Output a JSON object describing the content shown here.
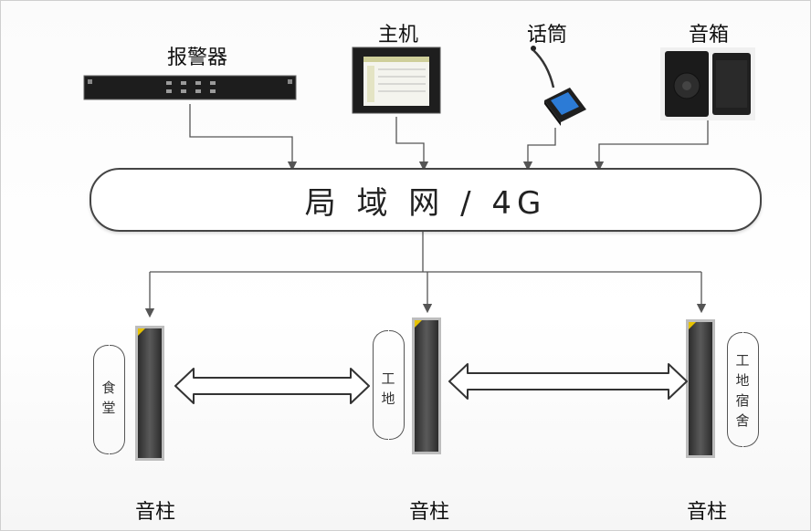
{
  "devices": {
    "alarm": "报警器",
    "host": "主机",
    "mic": "话筒",
    "speaker": "音箱"
  },
  "network": "局 域 网 / 4G",
  "zones": {
    "canteen": "食堂",
    "site": "工地",
    "dorm": "工地宿舍"
  },
  "columns": {
    "left": "音柱",
    "middle": "音柱",
    "right": "音柱"
  },
  "colors": {
    "line": "#555555",
    "column": "#4a4a4a",
    "column_tip": "#e6c200"
  }
}
